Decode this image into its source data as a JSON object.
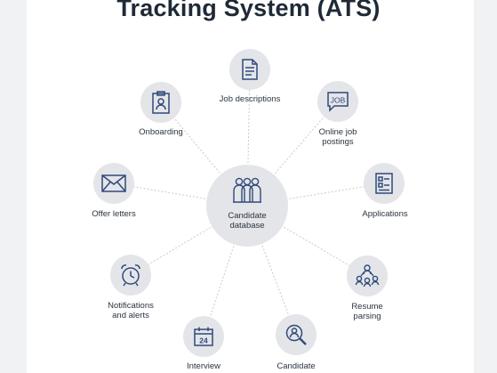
{
  "title": "Tracking System (ATS)",
  "center": {
    "label_line1": "Candidate",
    "label_line2": "database",
    "icon": "people-group-icon"
  },
  "nodes": [
    {
      "id": "job-descriptions",
      "line1": "Job descriptions",
      "line2": "",
      "icon": "document-icon"
    },
    {
      "id": "online-job-postings",
      "line1": "Online job",
      "line2": "postings",
      "icon": "job-speech-bubble-icon"
    },
    {
      "id": "applications",
      "line1": "Applications",
      "line2": "",
      "icon": "form-icon"
    },
    {
      "id": "resume-parsing",
      "line1": "Resume",
      "line2": "parsing",
      "icon": "network-people-icon"
    },
    {
      "id": "candidate",
      "line1": "Candidate",
      "line2": "",
      "icon": "magnifier-person-icon"
    },
    {
      "id": "interview",
      "line1": "Interview",
      "line2": "",
      "icon": "calendar-icon"
    },
    {
      "id": "notifications-and-alerts",
      "line1": "Notifications",
      "line2": "and alerts",
      "icon": "alarm-clock-icon"
    },
    {
      "id": "offer-letters",
      "line1": "Offer letters",
      "line2": "",
      "icon": "envelope-icon"
    },
    {
      "id": "onboarding",
      "line1": "Onboarding",
      "line2": "",
      "icon": "clipboard-person-icon"
    }
  ],
  "calendar_day": "24",
  "job_badge": "JOB",
  "colors": {
    "icon_stroke": "#2f4a7a",
    "node_bg": "#e4e5e9",
    "line": "#c9cbd1",
    "text": "#2a3440"
  }
}
